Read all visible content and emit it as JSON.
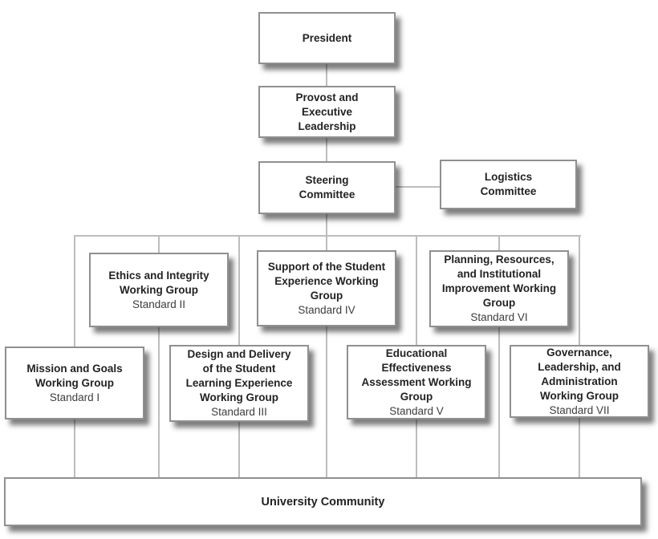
{
  "nodes": {
    "president": {
      "label": "President"
    },
    "provost": {
      "label": "Provost and\nExecutive\nLeadership"
    },
    "steering": {
      "label": "Steering\nCommittee"
    },
    "logistics": {
      "label": "Logistics\nCommittee"
    },
    "ethics": {
      "label": "Ethics and Integrity\nWorking Group",
      "standard": "Standard II"
    },
    "support": {
      "label": "Support of the Student\nExperience Working\nGroup",
      "standard": "Standard IV"
    },
    "planning": {
      "label": "Planning, Resources,\nand Institutional\nImprovement Working\nGroup",
      "standard": "Standard VI"
    },
    "mission": {
      "label": "Mission and Goals\nWorking Group",
      "standard": "Standard I"
    },
    "design": {
      "label": "Design and Delivery\nof the Student\nLearning Experience\nWorking Group",
      "standard": "Standard III"
    },
    "educational": {
      "label": "Educational\nEffectiveness\nAssessment Working\nGroup",
      "standard": "Standard V"
    },
    "governance": {
      "label": "Governance,\nLeadership, and\nAdministration\nWorking Group",
      "standard": "Standard VII"
    },
    "university_community": {
      "label": "University Community"
    }
  },
  "edges": [
    {
      "from": "president",
      "to": "provost"
    },
    {
      "from": "provost",
      "to": "steering"
    },
    {
      "from": "steering",
      "to": "logistics",
      "style": "horizontal"
    },
    {
      "from": "steering",
      "to": "mission"
    },
    {
      "from": "steering",
      "to": "ethics"
    },
    {
      "from": "steering",
      "to": "design"
    },
    {
      "from": "steering",
      "to": "support"
    },
    {
      "from": "steering",
      "to": "educational"
    },
    {
      "from": "steering",
      "to": "planning"
    },
    {
      "from": "steering",
      "to": "governance"
    },
    {
      "from": "mission",
      "to": "university_community"
    },
    {
      "from": "ethics",
      "to": "university_community"
    },
    {
      "from": "design",
      "to": "university_community"
    },
    {
      "from": "support",
      "to": "university_community"
    },
    {
      "from": "educational",
      "to": "university_community"
    },
    {
      "from": "planning",
      "to": "university_community"
    },
    {
      "from": "governance",
      "to": "university_community"
    }
  ],
  "colors": {
    "line": "#bcbdbf",
    "box_border": "#8e9093",
    "box_background": "#ffffff",
    "label_text": "#232323",
    "standard_text": "#3d3d3d",
    "shadow": "rgba(20,20,20,0.55)"
  }
}
